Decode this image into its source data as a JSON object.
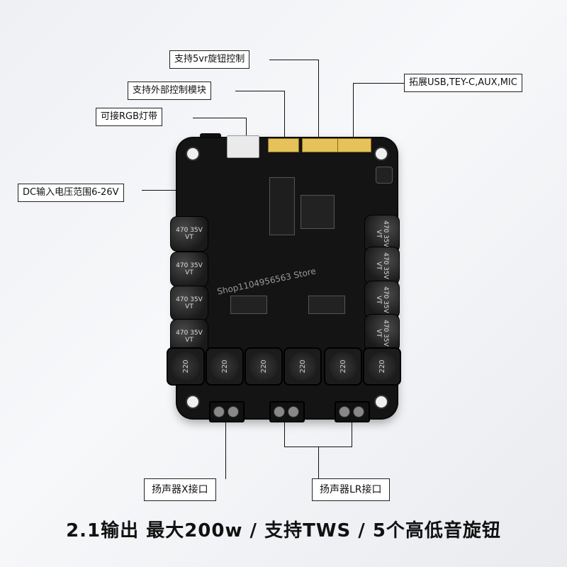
{
  "callouts": {
    "vr_knob": "支持5vr旋钮控制",
    "external_module": "支持外部控制模块",
    "rgb_strip": "可接RGB灯带",
    "expand": "拓展USB,TEY-C,AUX,MIC",
    "dc_input": "DC输入电压范围6-26V",
    "speaker_x": "扬声器X接口",
    "speaker_lr": "扬声器LR接口"
  },
  "board": {
    "cap_label": "470 35V VT",
    "inductor_label": "220",
    "watermark": "Shop1104956563 Store"
  },
  "caption": "2.1输出  最大200w / 支持TWS / 5个高低音旋钮"
}
